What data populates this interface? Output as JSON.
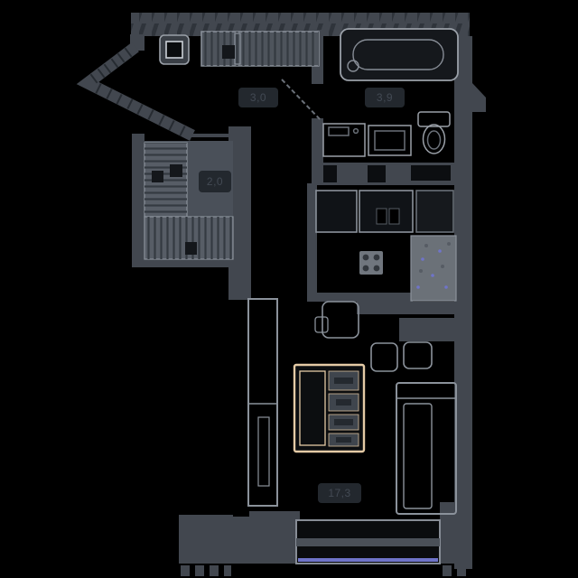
{
  "plan": {
    "title": "apartment-floor-plan",
    "colors": {
      "background": "#000000",
      "wall": "#42474f",
      "wall_dark_hatch": "#2a2f36",
      "room_fill": "#4a5059",
      "furniture_stroke": "#8b929b",
      "bright_stroke": "#ccd1d8",
      "accent_tan": "#e4caa5",
      "accent_purple": "#6f74c9",
      "shower_fill": "#6b7178",
      "badge_bg": "#23282e",
      "badge_text": "#434a54"
    },
    "area_labels": {
      "hallway": "3,0",
      "bathroom": "3,9",
      "wardrobe": "2,0",
      "living_room": "17,3"
    }
  }
}
